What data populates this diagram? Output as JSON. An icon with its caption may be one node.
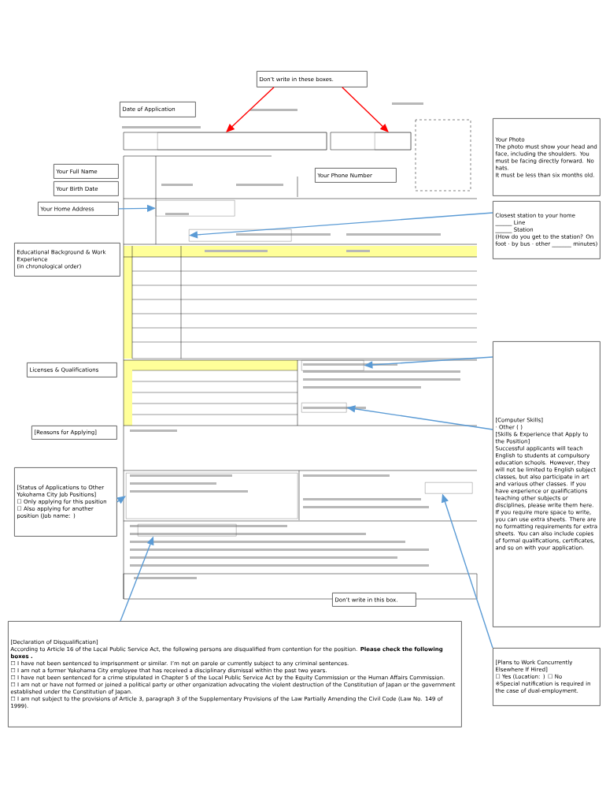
{
  "diagram": {
    "nodes": [
      {
        "text": [
          "Don’t write in these boxes."
        ]
      },
      {
        "text": [],
        "shape": "box"
      },
      {
        "text": [],
        "shape": "box"
      },
      {
        "text": [
          "Date of Application"
        ]
      },
      {
        "text": [
          "Your Full Name"
        ]
      },
      {
        "text": [
          "Your Birth Date"
        ]
      },
      {
        "text": [
          "Your Phone Number"
        ]
      },
      {
        "text": [
          "Your Home Address"
        ]
      },
      {
        "text": [],
        "shape": "box"
      },
      {
        "text": [
          "Your Photo",
          "The photo must show your head and face, including the shoulders. You must be facing directly forward. No hats.",
          "It must be less than six months old."
        ]
      },
      {
        "text": [
          "Closest station to your home",
          "______ Line",
          "______ Station",
          "(How do you get to the station? On foot · by bus · other _______ minutes)"
        ]
      },
      {
        "text": [],
        "shape": "box"
      },
      {
        "text": [
          "Educational Background & Work Experience",
          "(in chronological order)"
        ]
      },
      {
        "text": [
          "Licenses & Qualifications"
        ]
      },
      {
        "text": [
          "[Computer Skills]",
          "· Other (                )",
          "[Skills & Experience that Apply to the Position]",
          "Successful applicants will teach English to students at compulsory education schools. However, they will not be limited to English subject classes, but also participate in art and various other classes. If you have experience or qualifications teaching other subjects or disciplines, please write them here. If you require more space to write, you can use extra sheets. There are no formatting requirements for extra sheets. You can also include copies of formal qualifications, certificates, and so on with your application."
        ]
      },
      {
        "text": [],
        "shape": "box"
      },
      {
        "text": [],
        "shape": "box"
      },
      {
        "text": [
          "[Reasons for Applying]"
        ]
      },
      {
        "text": [
          "[Status of Applications to Other Yokohama City Job Positions]",
          "☐ Only applying for this position",
          "☐ Also applying for another position (Job name:           )"
        ]
      },
      {
        "text": [],
        "shape": "box"
      },
      {
        "text": [
          "[Plans to Work Concurrently Elsewhere If Hired]",
          "☐ Yes (Location:      ) ☐ No",
          "※Special notification is required in the case of dual-employment."
        ]
      },
      {
        "text": [],
        "shape": "box"
      },
      {
        "text": [
          "[Declaration of Disqualification]",
          "According to Article 16 of the Local Public Service Act, the following persons are disqualified from contention for the position. **Please check the following boxes .**",
          "☐ I have not been sentenced to imprisonment or similar. I’m not on parole or currently subject to any criminal sentences.",
          "☐ I am not a former Yokohama City employee that has received a disciplinary dismissal within the past two years.",
          "☐ I have not been sentenced for a crime stipulated in Chapter 5 of the Local Public Service Act by the Equity Commission or the Human Affairs Commission.",
          "☐ I am not or have not formed or joined a political party or other organization advocating the violent destruction of the Constitution of Japan or the government established under the Constitution of Japan.",
          "☐ I am not subject to the provisions of Article 3, paragraph 3 of the Supplementary Provisions of the Law Partially Amending the Civil Code (Law No. 149 of 1999)."
        ]
      },
      {
        "text": [],
        "shape": "box"
      },
      {
        "text": [
          "Don’t write in this box."
        ]
      }
    ],
    "edges": [
      {
        "from": 0,
        "to": 1,
        "arrow": "to",
        "color": "#ff0000"
      },
      {
        "from": 0,
        "to": 2,
        "arrow": "to",
        "color": "#ff0000"
      },
      {
        "from": 7,
        "to": 8,
        "arrow": "to"
      },
      {
        "from": 10,
        "to": 11,
        "arrow": "to"
      },
      {
        "from": 14,
        "to": 15,
        "arrow": "to"
      },
      {
        "from": 14,
        "to": 16,
        "arrow": "to"
      },
      {
        "from": 18,
        "to": 19,
        "arrow": "to"
      },
      {
        "from": 20,
        "to": 21,
        "arrow": "to"
      },
      {
        "from": 22,
        "to": 23,
        "arrow": "to"
      }
    ]
  }
}
